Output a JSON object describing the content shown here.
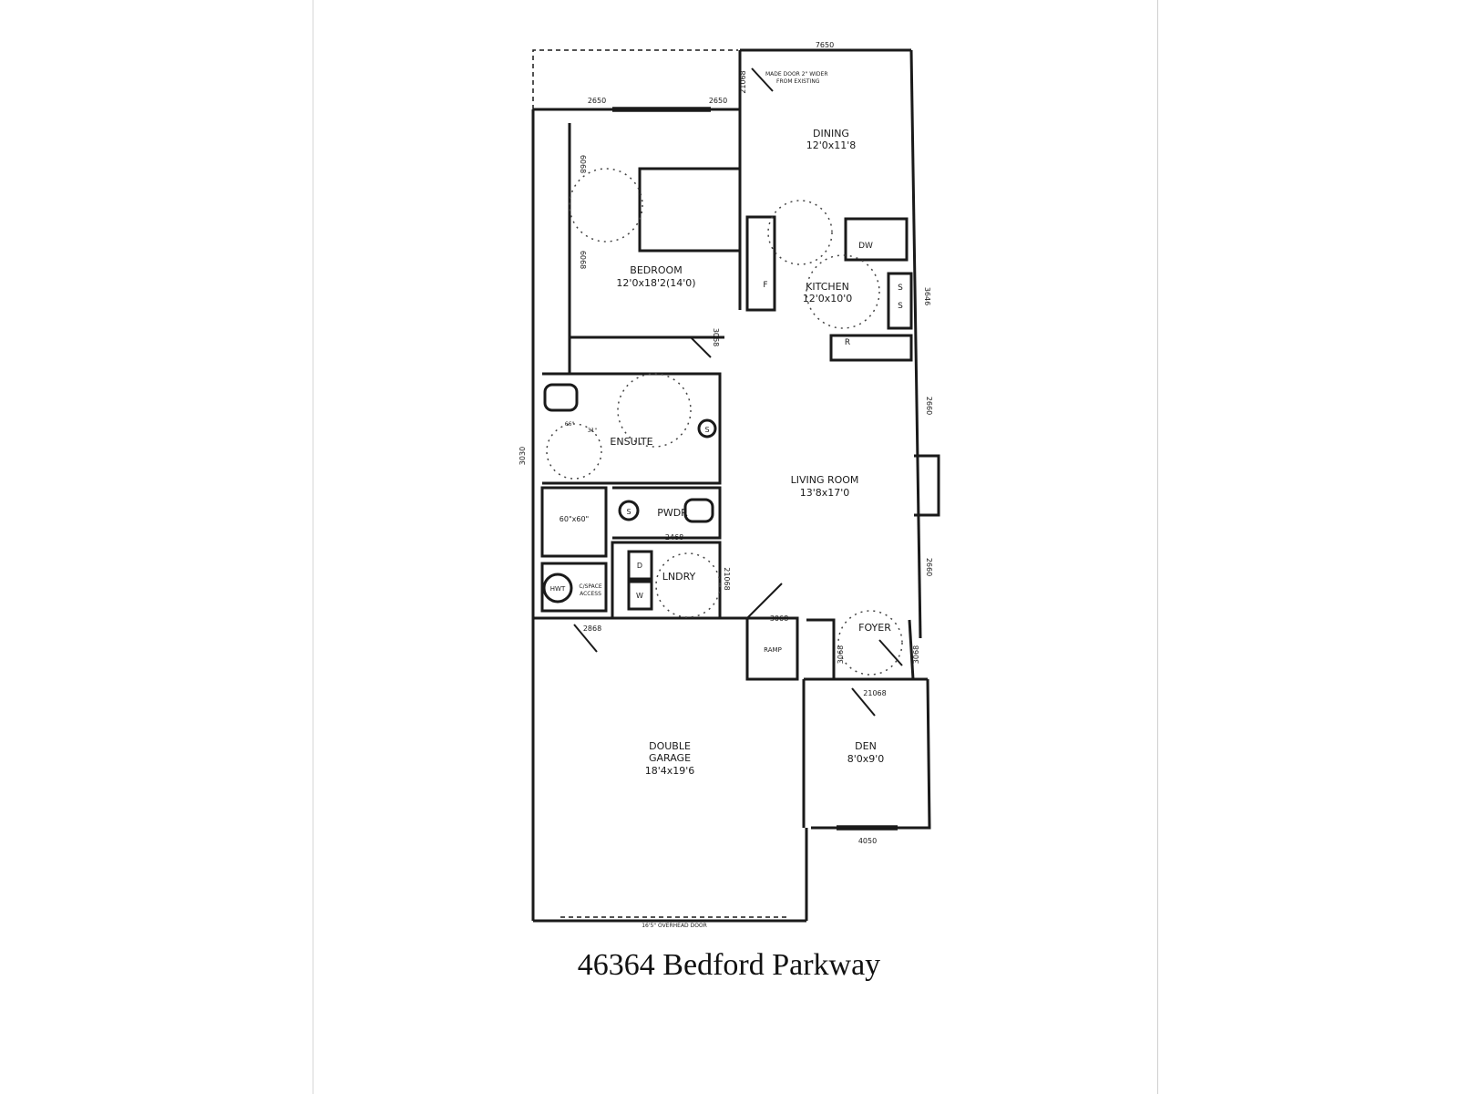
{
  "caption": "46364 Bedford Parkway",
  "rooms": {
    "dining": {
      "name": "DINING",
      "size": "12'0x11'8"
    },
    "bedroom": {
      "name": "BEDROOM",
      "size": "12'0x18'2(14'0)"
    },
    "kitchen": {
      "name": "KITCHEN",
      "size": "12'0x10'0"
    },
    "ensuite": {
      "name": "ENSUITE"
    },
    "pwdr": {
      "name": "PWDR"
    },
    "lndry": {
      "name": "LNDRY"
    },
    "living": {
      "name": "LIVING ROOM",
      "size": "13'8x17'0"
    },
    "foyer": {
      "name": "FOYER"
    },
    "den": {
      "name": "DEN",
      "size": "8'0x9'0"
    },
    "garage": {
      "name1": "DOUBLE",
      "name2": "GARAGE",
      "size": "18'4x19'6"
    }
  },
  "labels": {
    "dw": "DW",
    "fridge_f": "F",
    "range_r": "R",
    "sink_s": "S",
    "hwt": "HWT",
    "crawl1": "C/SPACE",
    "crawl2": "ACCESS",
    "ramp": "RAMP",
    "shower": "60\"x60\"",
    "dryer": "D",
    "washer": "W",
    "tub1": "66\"",
    "tub2": "31\"",
    "door_note1": "MADE DOOR 2\" WIDER",
    "door_note2": "FROM EXISTING",
    "overhead_door": "16'5\" OVERHEAD DOOR"
  },
  "dimensions": {
    "d7650": "7650",
    "d2650a": "2650",
    "d2650b": "2650",
    "d21068a": "21068",
    "d6068a": "6068",
    "d6068b": "6068",
    "d3068a": "3068",
    "d3646": "3646",
    "d2660a": "2660",
    "d2660b": "2660",
    "d3030": "3030",
    "d2468": "2468",
    "d21068b": "21068",
    "d2868": "2868",
    "d3068b": "3068",
    "d3068c": "3068",
    "d3068d": "3068",
    "d21068c": "21068",
    "d4050": "4050"
  }
}
